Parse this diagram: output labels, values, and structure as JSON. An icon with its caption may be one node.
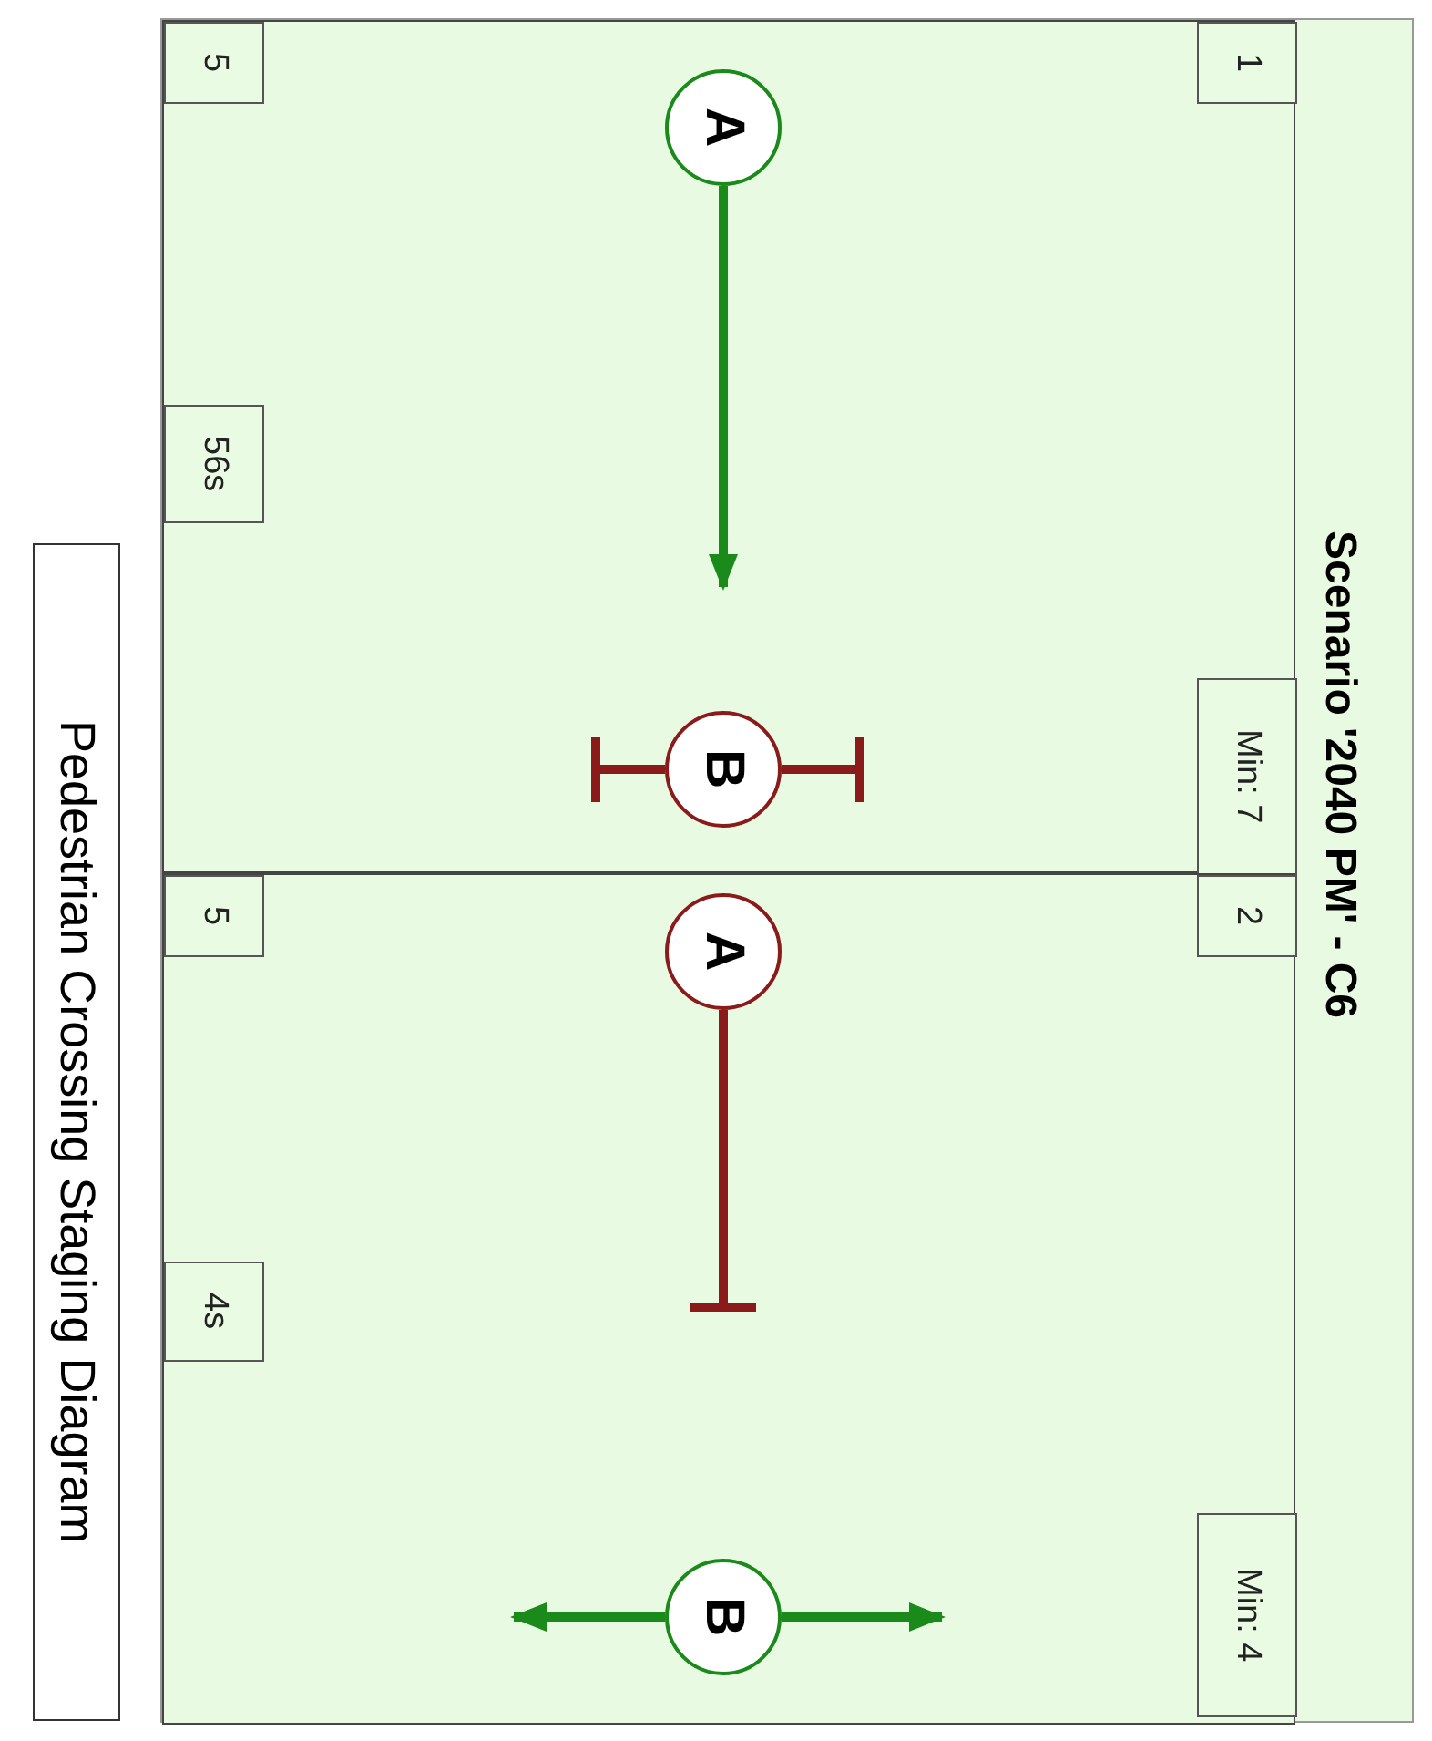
{
  "diagram": {
    "caption": "Pedestrian Crossing Staging Diagram",
    "nodes": [
      {
        "text": [
          "Scenario '2040 PM' - C6"
        ]
      },
      {
        "text": [],
        "shape": "box",
        "in": 0
      },
      {
        "text": [
          "1"
        ],
        "in": 1
      },
      {
        "text": [
          "Min: 7"
        ],
        "in": 1
      },
      {
        "text": [
          "A"
        ],
        "in": 1
      },
      {
        "text": [
          "B"
        ],
        "in": 1
      },
      {
        "text": [
          "5"
        ],
        "in": 1
      },
      {
        "text": [
          "56s"
        ],
        "in": 1
      },
      {
        "text": [],
        "shape": "box",
        "in": 0
      },
      {
        "text": [
          "2"
        ],
        "in": 8
      },
      {
        "text": [
          "Min: 4"
        ],
        "in": 8
      },
      {
        "text": [
          "A"
        ],
        "in": 8
      },
      {
        "text": [
          "B"
        ],
        "in": 8
      },
      {
        "text": [
          "5"
        ],
        "in": 8
      },
      {
        "text": [
          "4s"
        ],
        "in": 8
      }
    ],
    "edges": [
      {
        "from": 4,
        "to": null,
        "arrow": "to",
        "color": "#1a8a1a"
      },
      {
        "from": 5,
        "to": null,
        "arrow": "other",
        "color": "#8b1a1a"
      },
      {
        "from": 5,
        "to": null,
        "arrow": "other",
        "color": "#8b1a1a"
      },
      {
        "from": 11,
        "to": null,
        "arrow": "other",
        "color": "#8b1a1a"
      },
      {
        "from": 12,
        "to": null,
        "arrow": "to",
        "color": "#1a8a1a"
      },
      {
        "from": 12,
        "to": null,
        "arrow": "to",
        "color": "#1a8a1a"
      }
    ]
  }
}
